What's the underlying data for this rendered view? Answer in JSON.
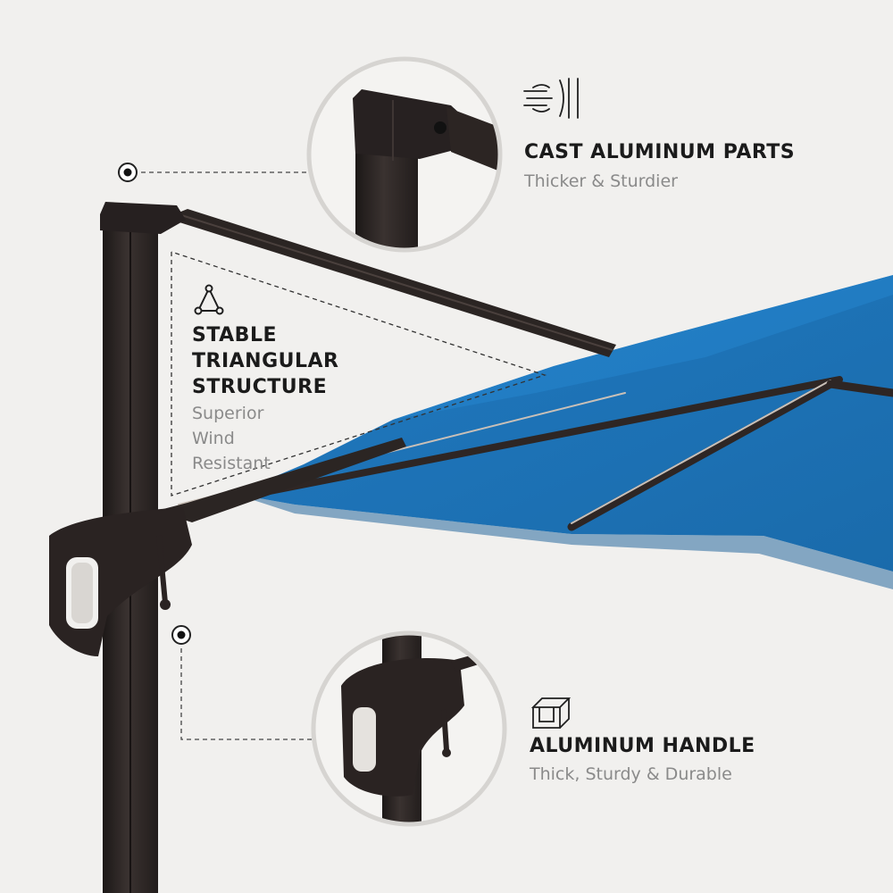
{
  "features": {
    "cast": {
      "title": "CAST ALUMINUM PARTS",
      "subtitle": "Thicker & Sturdier",
      "icon": "wind-shield-icon"
    },
    "triangle": {
      "title_lines": [
        "STABLE",
        "TRIANGULAR",
        "STRUCTURE"
      ],
      "subtitle_lines": [
        "Superior Wind",
        "Resistant"
      ],
      "icon": "triangle-icon"
    },
    "handle": {
      "title": "ALUMINUM HANDLE",
      "subtitle": "Thick, Sturdy & Durable",
      "icon": "aluminum-profile-icon"
    }
  },
  "colors": {
    "background": "#f1f0ee",
    "canopy": "#1f74b8",
    "frame": "#2b2523",
    "text_title": "#1b1b1b",
    "text_sub": "#8a8a8a"
  }
}
